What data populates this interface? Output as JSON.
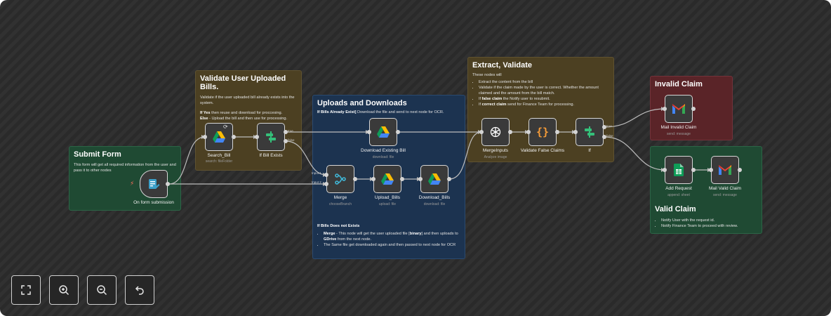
{
  "stickies": {
    "submit_form": {
      "title": "Submit Form",
      "body": "This form will get all required information from the user and pass it to other nodes"
    },
    "validate_bills": {
      "title": "Validate User Uploaded Bills.",
      "intro": "Validate if the user uploaded bill already exists into the system.",
      "yes_label": "If Yes",
      "yes_text": " then reuse and download for proccesing.",
      "else_label": "Else",
      "else_text": " - Upload the bill and then use for processing."
    },
    "uploads_downloads": {
      "title": "Uploads and Downloads",
      "exists_label": "If Bills Already Exist]",
      "exists_text": " Download the file and send to next node for OCR.",
      "not_exists_title": "If Bills Does not Exists",
      "merge_label": "Merge",
      "merge_text_1": " - This node will get the user uploaded file [",
      "merge_binary": "binary",
      "merge_text_2": "] and then uploads to ",
      "merge_gdrive": "GDrive",
      "merge_text_3": " from the next node.",
      "same_file": "The Same file get downloaded again and then passed to next node for OCR"
    },
    "extract_validate": {
      "title": "Extract, Validate",
      "intro": "These nodes will",
      "item1": "Extract the content from the bill",
      "item2": "Validate if the claim made by the user is correct. Whether the amount claimed and the amount from the bill match.",
      "item3_pre": "If ",
      "item3_bold": "false claim",
      "item3_post": " the Notify user to resubmit.",
      "item4_pre": "If ",
      "item4_bold": "correct claim",
      "item4_post": " send for Finance Team for processing."
    },
    "invalid_claim": {
      "title": "Invalid Claim"
    },
    "valid_claim": {
      "title": "Valid Claim",
      "item1": "Notify User with the request id.",
      "item2": "Notify Finance Team to proceed with review."
    }
  },
  "nodes": {
    "form": {
      "label": "On form submission",
      "icon": "form-trigger-icon"
    },
    "search_bill": {
      "label": "Search_Bill",
      "sub": "search: fileFolder",
      "icon": "google-drive-icon"
    },
    "if_exists": {
      "label": "If Bill Exists",
      "icon": "if-branch-icon",
      "out_true": "true",
      "out_false": "false"
    },
    "download_existing": {
      "label": "Download Existing Bill",
      "sub": "download: file",
      "icon": "google-drive-icon"
    },
    "merge": {
      "label": "Merge",
      "sub": "chooseBranch",
      "in1": "Input 1",
      "in2": "Input 2",
      "icon": "merge-icon"
    },
    "upload_bills": {
      "label": "Upload_Bills",
      "sub": "upload: file",
      "icon": "google-drive-icon"
    },
    "download_bills": {
      "label": "Download_Bills",
      "sub": "download: file",
      "icon": "google-drive-icon"
    },
    "merge_inputs": {
      "label": "MergeInputs",
      "sub": "Analyze image",
      "icon": "openai-icon"
    },
    "validate_false": {
      "label": "Validate False Claims",
      "icon": "code-braces-icon"
    },
    "if_claim": {
      "label": "If",
      "icon": "if-branch-icon",
      "out_true": "true",
      "out_false": "false"
    },
    "mail_invalid": {
      "label": "Mail Invalid Claim",
      "sub": "send: message",
      "icon": "gmail-icon"
    },
    "add_request": {
      "label": "Add Request",
      "sub": "append: sheet",
      "icon": "google-sheets-icon"
    },
    "mail_valid": {
      "label": "Mail Valid Claim",
      "sub": "send: message",
      "icon": "gmail-icon"
    }
  },
  "controls": {
    "fit": "fit-view-icon",
    "zoom_in": "zoom-in-icon",
    "zoom_out": "zoom-out-icon",
    "reset": "reset-zoom-icon"
  },
  "colors": {
    "canvas": "#2a2a2a",
    "sticky_green": "#1f4a33",
    "sticky_brown": "#4c4022",
    "sticky_blue": "#1c3350",
    "sticky_red": "#5a2428",
    "wire": "#bdbdbd",
    "trigger_bolt": "#ff6d5a",
    "if_green": "#34c07a",
    "code_orange": "#f59b38",
    "merge_teal": "#40b6d6"
  }
}
